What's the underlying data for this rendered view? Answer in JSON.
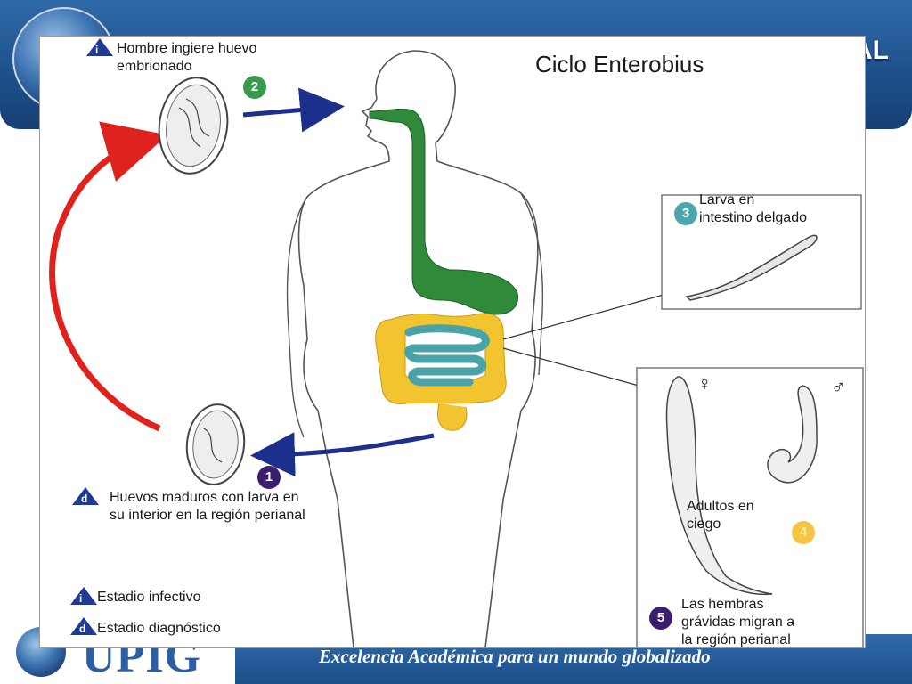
{
  "slide": {
    "header_suffix": "AL",
    "footer_logo": "UPIG",
    "footer_slogan": "Excelencia Académica para un mundo globalizado"
  },
  "diagram": {
    "title": "Ciclo Enterobius",
    "step_infective": {
      "marker": "i",
      "line1": "Hombre ingiere huevo",
      "line2": "embrionado"
    },
    "step2_badge": "2",
    "step3": {
      "badge": "3",
      "line1": "Larva en",
      "line2": "intestino delgado"
    },
    "step1": {
      "badge": "1",
      "marker": "d",
      "line1": "Huevos maduros con larva en",
      "line2": "su interior en la región perianal"
    },
    "adults": {
      "female_symbol": "♀",
      "male_symbol": "♂",
      "line1": "Adultos en",
      "line2": "ciego",
      "badge": "4"
    },
    "step5": {
      "badge": "5",
      "line1": "Las hembras",
      "line2": "grávidas migran a",
      "line3": "la región perianal"
    },
    "legend": {
      "infective_marker": "i",
      "infective_label": "Estadio infectivo",
      "diagnostic_marker": "d",
      "diagnostic_label": "Estadio diagnóstico"
    },
    "colors": {
      "digestive_upper": "#2f8a3a",
      "large_intestine": "#f2c430",
      "small_intestine": "#49a3a8",
      "return_arrow": "#e0221f",
      "flow_arrows": "#1c2f8c",
      "badge_green": "#3a9a4e",
      "badge_teal": "#4aa6ad",
      "badge_purple": "#3b1f6e",
      "badge_yellow": "#f4c542",
      "marker_blue": "#1f3a93"
    }
  }
}
